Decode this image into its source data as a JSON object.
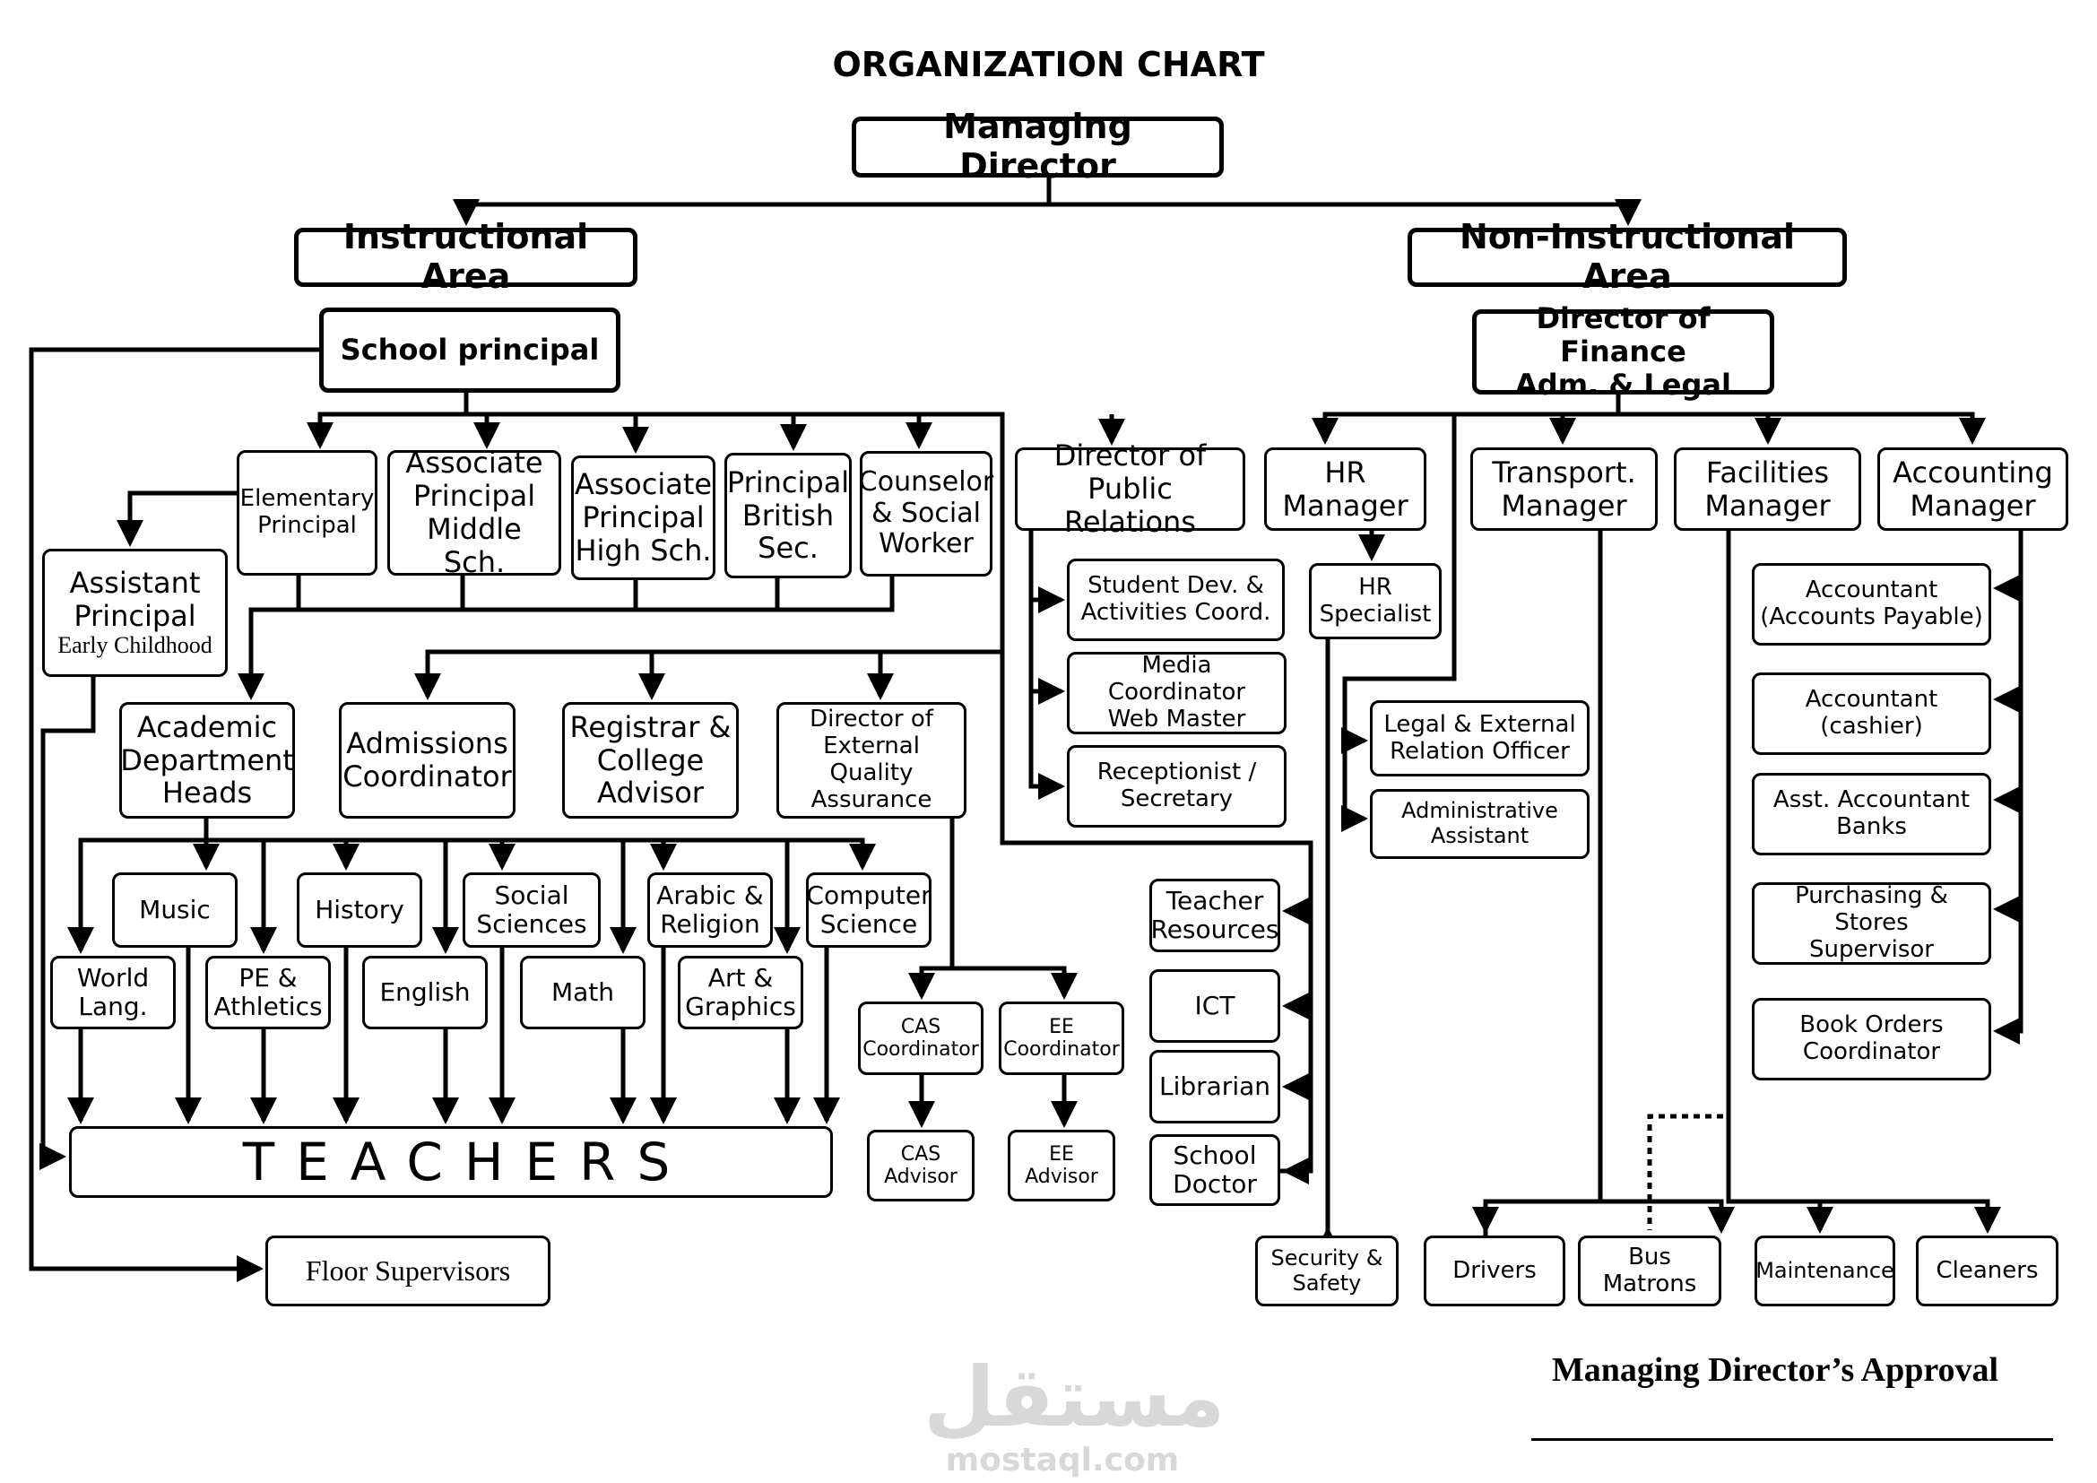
{
  "title": "ORGANIZATION CHART",
  "nodes": {
    "managing_director": "Managing Director",
    "instructional_area": "Instructional Area",
    "non_instructional_area": "Non-Instructional Area",
    "school_principal": "School principal",
    "director_finance": "Director of Finance\nAdm. & Legal",
    "elementary_principal": "Elementary\nPrincipal",
    "assoc_principal_middle": "Associate\nPrincipal\nMiddle Sch.",
    "assoc_principal_high": "Associate\nPrincipal\nHigh Sch.",
    "principal_british": "Principal\nBritish\nSec.",
    "counselor": "Counselor\n& Social\nWorker",
    "assistant_principal": "Assistant\nPrincipal",
    "early_childhood": "Early Childhood",
    "director_pr": "Director of\nPublic Relations",
    "hr_manager": "HR\nManager",
    "transport_manager": "Transport.\nManager",
    "facilities_manager": "Facilities\nManager",
    "accounting_manager": "Accounting\nManager",
    "student_dev": "Student Dev. &\nActivities Coord.",
    "media_coord": "Media Coordinator\nWeb Master",
    "receptionist": "Receptionist /\nSecretary",
    "hr_specialist": "HR\nSpecialist",
    "legal_officer": "Legal & External\nRelation Officer",
    "admin_assistant": "Administrative\nAssistant",
    "accountant_payable": "Accountant\n(Accounts Payable)",
    "accountant_cashier": "Accountant\n(cashier)",
    "asst_accountant": "Asst. Accountant\nBanks",
    "purchasing": "Purchasing & Stores\nSupervisor",
    "book_orders": "Book Orders\nCoordinator",
    "academic_heads": "Academic\nDepartment\nHeads",
    "admissions": "Admissions\nCoordinator",
    "registrar": "Registrar &\nCollege\nAdvisor",
    "director_eqa": "Director of\nExternal Quality\nAssurance",
    "music": "Music",
    "history": "History",
    "social_sciences": "Social\nSciences",
    "arabic_religion": "Arabic &\nReligion",
    "computer_science": "Computer\nScience",
    "world_lang": "World\nLang.",
    "pe_athletics": "PE &\nAthletics",
    "english": "English",
    "math": "Math",
    "art_graphics": "Art &\nGraphics",
    "cas_coordinator": "CAS\nCoordinator",
    "ee_coordinator": "EE\nCoordinator",
    "cas_advisor": "CAS\nAdvisor",
    "ee_advisor": "EE\nAdvisor",
    "teacher_resources": "Teacher\nResources",
    "ict": "ICT",
    "librarian": "Librarian",
    "school_doctor": "School\nDoctor",
    "teachers": "TEACHERS",
    "floor_supervisors": "Floor Supervisors",
    "security": "Security &\nSafety",
    "drivers": "Drivers",
    "bus_matrons": "Bus Matrons",
    "maintenance": "Maintenance",
    "cleaners": "Cleaners"
  },
  "approval": "Managing Director’s Approval",
  "watermark": {
    "arabic": "مستقل",
    "latin": "mostaql.com"
  }
}
